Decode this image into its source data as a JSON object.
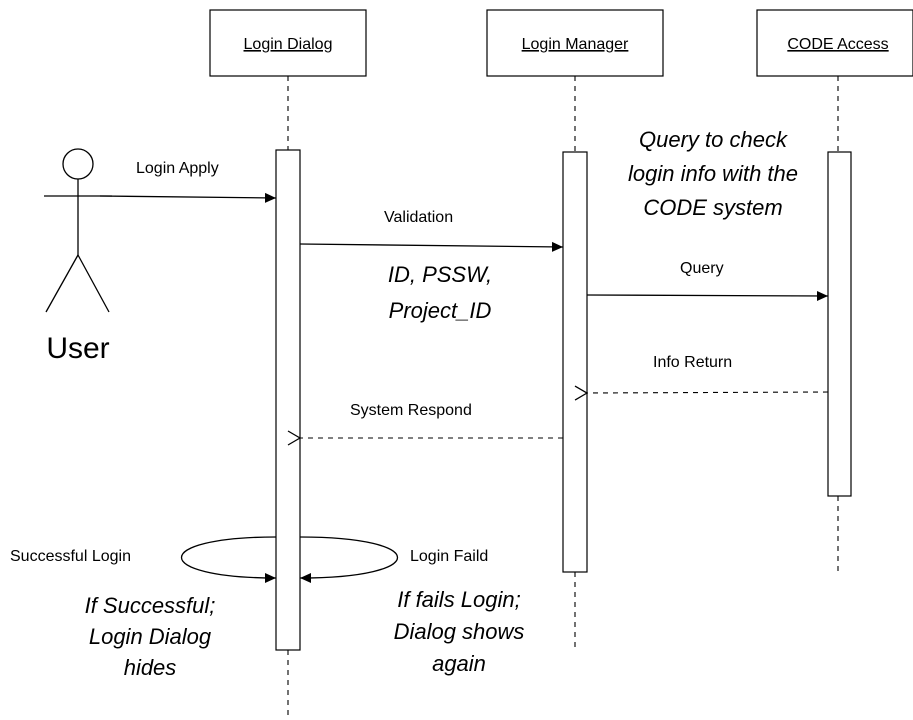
{
  "lifelines": {
    "login_dialog": "Login Dialog",
    "login_manager": "Login Manager",
    "code_access": "CODE Access"
  },
  "actor": {
    "name": "User"
  },
  "messages": {
    "login_apply": "Login Apply",
    "validation": "Validation",
    "query": "Query",
    "info_return": "Info Return",
    "system_respond": "System Respond",
    "successful_login": "Successful Login",
    "login_faild": "Login Faild"
  },
  "notes": {
    "validation_params": [
      "ID, PSSW,",
      "Project_ID"
    ],
    "query_note": [
      "Query to check",
      "login info with the",
      "CODE system"
    ],
    "success_note": [
      "If Successful;",
      "Login Dialog",
      "hides"
    ],
    "fail_note": [
      "If fails Login;",
      "Dialog shows",
      "again"
    ]
  }
}
